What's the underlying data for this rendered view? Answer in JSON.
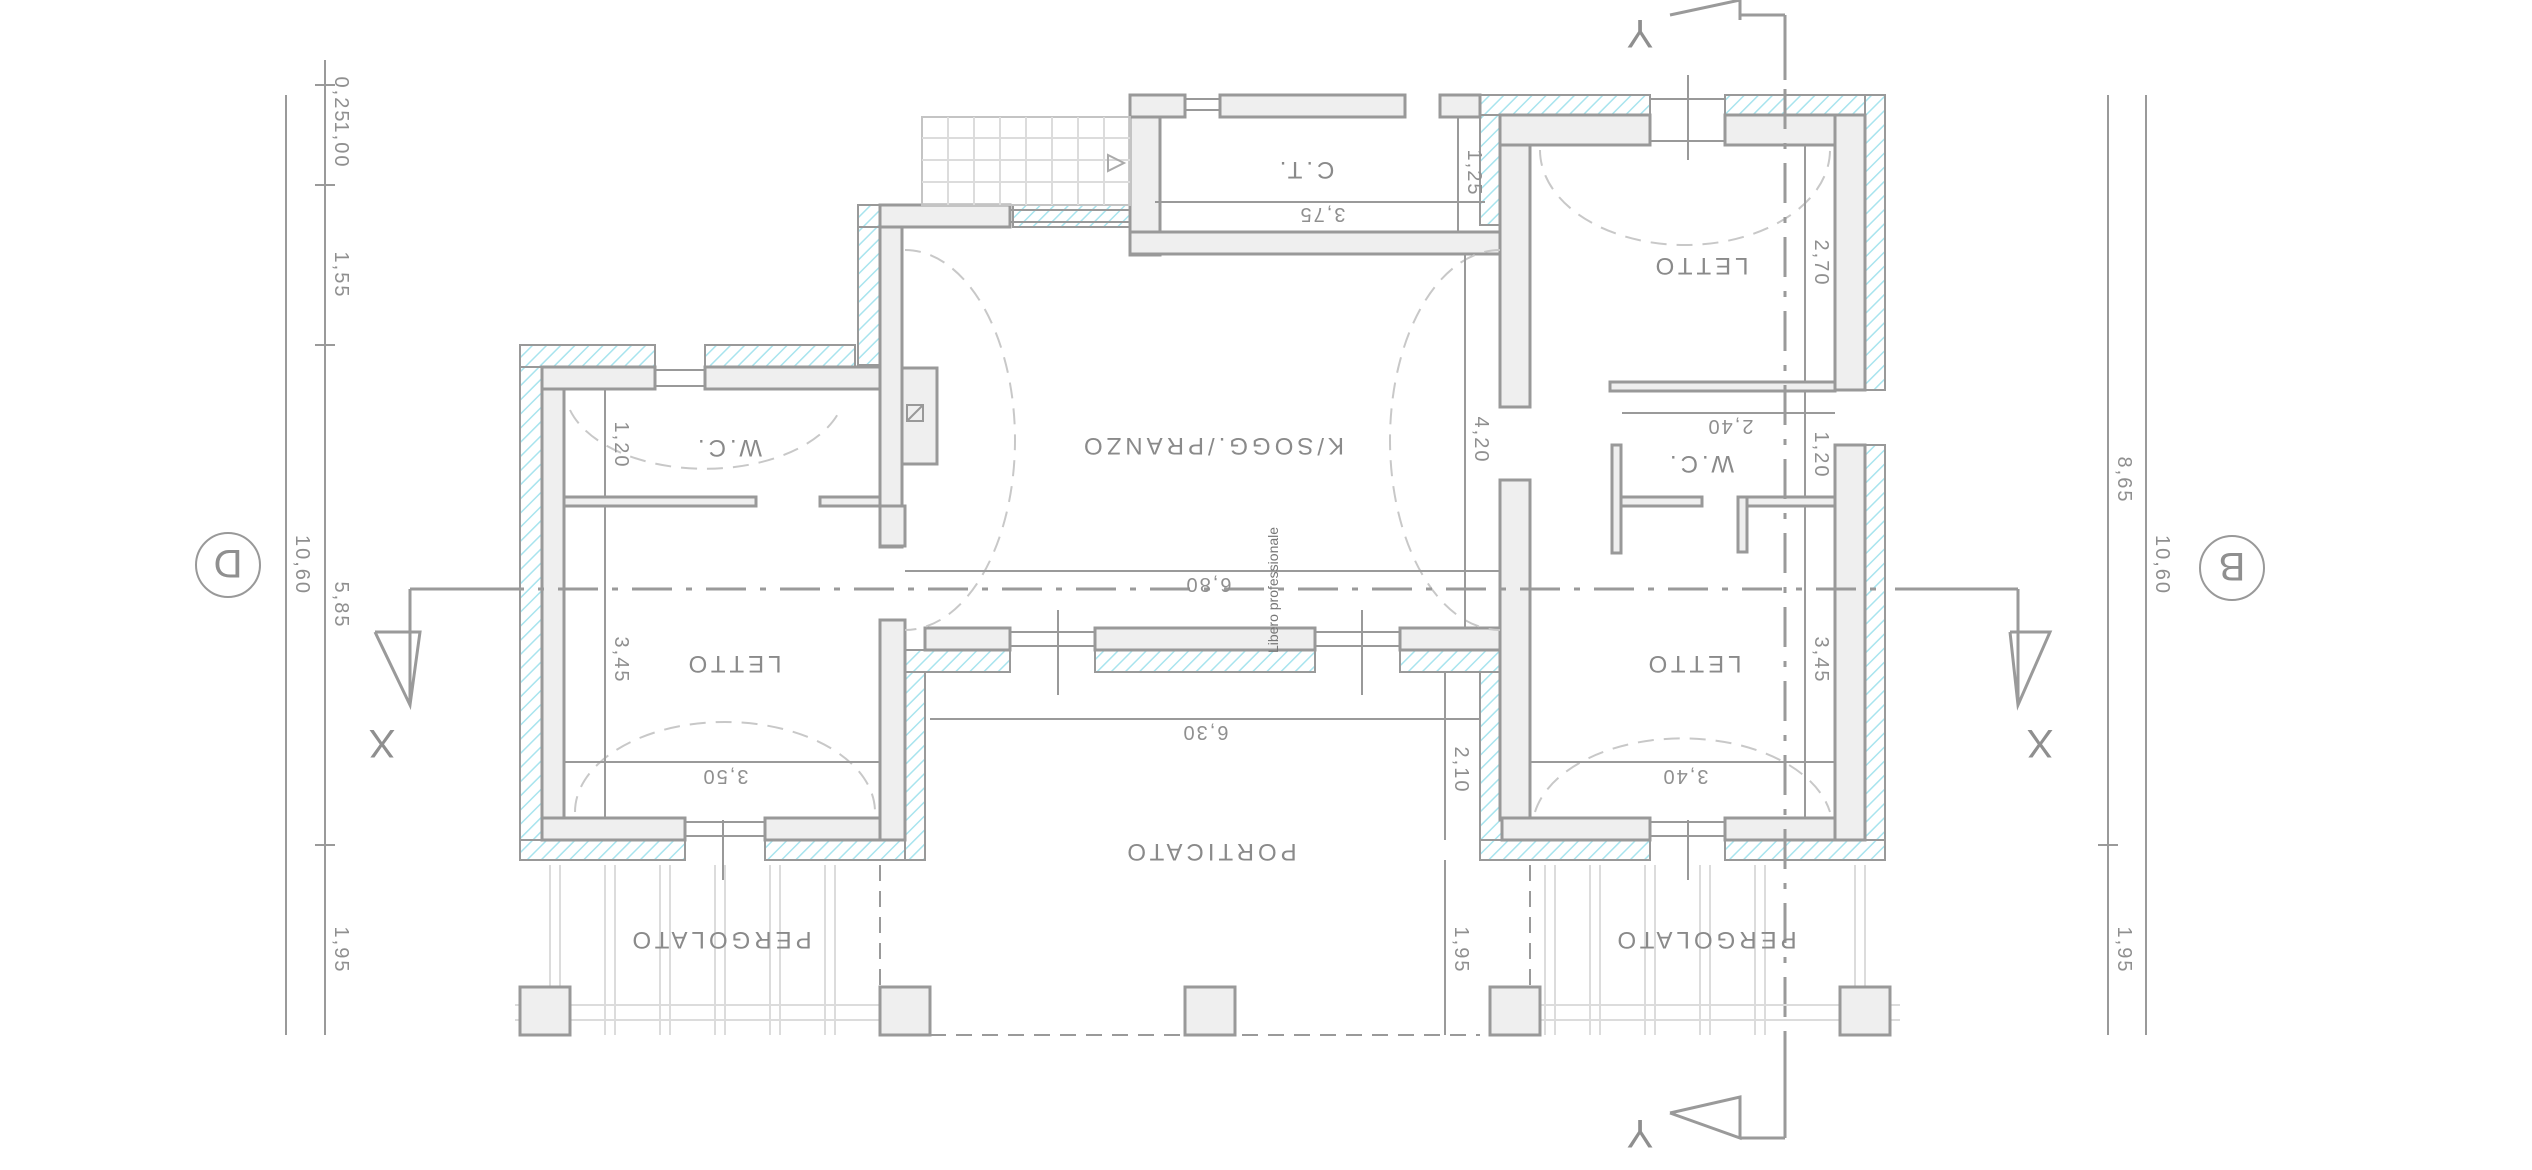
{
  "drawing": {
    "rooms": {
      "ct": "C.T.",
      "letto_ne": "LETTO",
      "wc_w": "W.C.",
      "soggiorno": "K/SOGG./PRANZO",
      "wc_e": "W.C.",
      "letto_sw": "LETTO",
      "letto_se": "LETTO",
      "porticato": "PORTICATO",
      "pergolato_w": "PERGOLATO",
      "pergolato_e": "PERGOLATO"
    },
    "dimensions": {
      "ct_width": "3,75",
      "ct_height": "1,25",
      "letto_ne_height": "2,70",
      "wc_e_width": "2,40",
      "wc_e_height": "1,20",
      "wc_w_height": "1,20",
      "soggiorno_height": "4,20",
      "soggiorno_width": "6,80",
      "porticato_width": "6,30",
      "porticato_depth": "2,10",
      "pergolato_depth": "1,95",
      "letto_sw_height": "3,45",
      "letto_sw_width": "3,50",
      "letto_se_height": "3,45",
      "letto_se_width": "3,40",
      "left_chain": [
        "0,25",
        "1,00",
        "1,55",
        "5,85",
        "1,95"
      ],
      "left_total": "10,60",
      "right_overall": "8,65",
      "right_bottom": "1,95",
      "right_total": "10,60"
    },
    "section_marks": {
      "left": "X",
      "right": "X",
      "top": "Y",
      "bottom": "Y"
    },
    "elevation_marks": {
      "left": "D",
      "right": "B"
    },
    "watermark": "Libero professionale"
  }
}
